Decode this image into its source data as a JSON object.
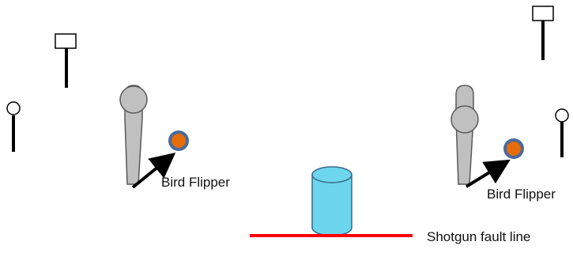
{
  "labels": {
    "left_flipper": "Bird Flipper",
    "right_flipper": "Bird Flipper",
    "fault_line": "Shotgun fault line"
  },
  "colors": {
    "background": "#ffffff",
    "flipper_gray": "#c0c0c0",
    "flipper_outline": "#595959",
    "bird_fill": "#e46c0a",
    "bird_ring": "#4a6a9c",
    "cylinder_fill": "#6dd6ee",
    "cylinder_stroke": "#3a6a85",
    "fault_line": "#ff0000",
    "arrow": "#000000"
  }
}
